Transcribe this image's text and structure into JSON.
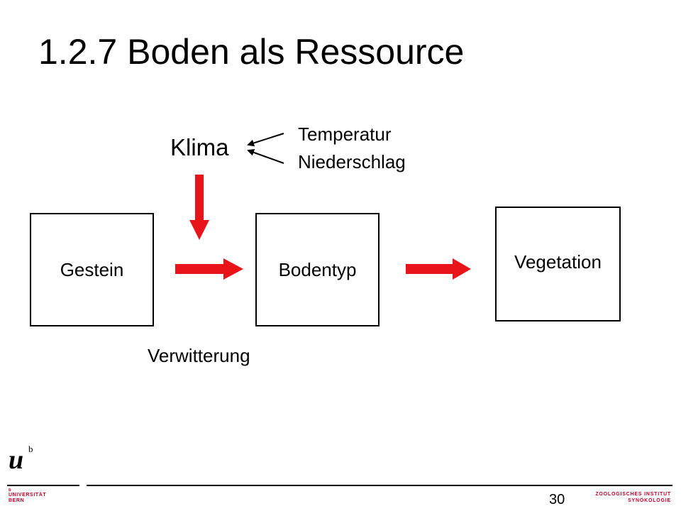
{
  "slide": {
    "title": "1.2.7 Boden als Ressource",
    "page_number": "30"
  },
  "diagram": {
    "nodes": {
      "gestein": "Gestein",
      "bodentyp": "Bodentyp",
      "vegetation": "Vegetation",
      "klima": "Klima"
    },
    "labels": {
      "temperatur": "Temperatur",
      "niederschlag": "Niederschlag",
      "verwitterung": "Verwitterung"
    },
    "arrow_color": "#e8141a"
  },
  "footer": {
    "logo_text": "u",
    "logo_superscript": "b",
    "logo_small_b": "b",
    "university_line1": "UNIVERSITÄT",
    "university_line2": "BERN",
    "institute_line1": "ZOOLOGISCHES INSTITUT",
    "institute_line2": "SYNÖKOLOGIE",
    "brand_color": "#c0002a"
  }
}
